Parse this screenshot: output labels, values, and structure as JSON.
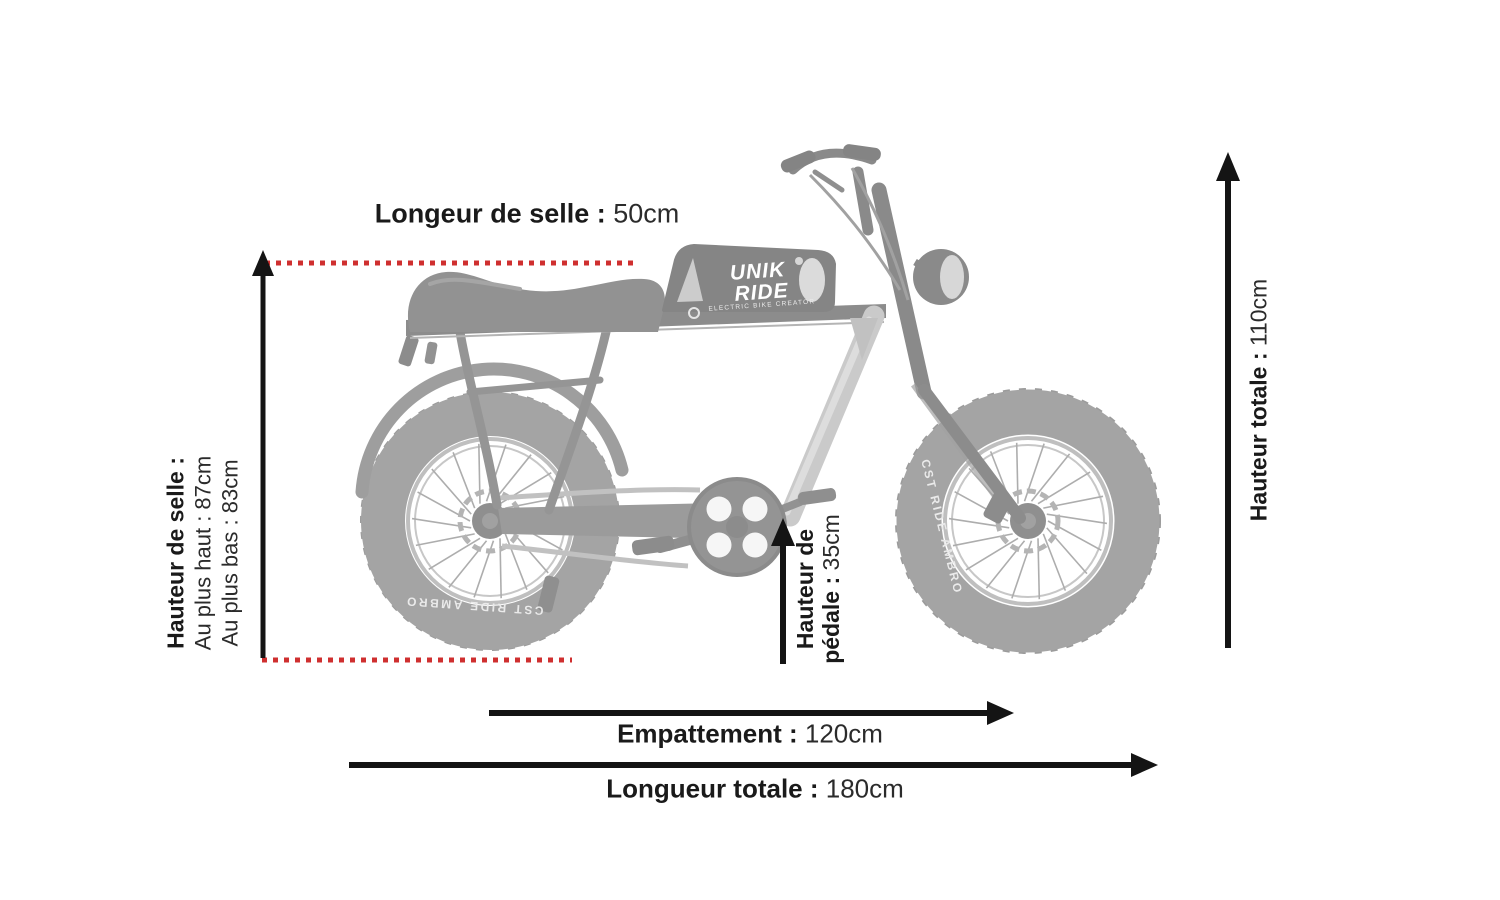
{
  "colors": {
    "accent_red": "#cf2f2f",
    "ink": "#1a1a1a"
  },
  "annotations": {
    "seat_length": {
      "label": "Longeur de selle :",
      "value": "50cm"
    },
    "seat_height": {
      "title": "Hauteur de selle :",
      "high": "Au plus haut : 87cm",
      "low": "Au plus bas : 83cm"
    },
    "pedal_height": {
      "label_line1": "Hauteur de",
      "label_line2": "pédale :",
      "value": "35cm"
    },
    "total_height": {
      "label": "Hauteur totale :",
      "value": "110cm"
    },
    "wheelbase": {
      "label": "Empattement :",
      "value": "120cm"
    },
    "total_length": {
      "label": "Longueur totale :",
      "value": "180cm"
    }
  },
  "bike": {
    "battery_line1": "UNIK",
    "battery_line2": "RIDE",
    "battery_tagline": "ELECTRIC BIKE CREATOR",
    "tire_brand": "CST RIDE AMBRO"
  }
}
